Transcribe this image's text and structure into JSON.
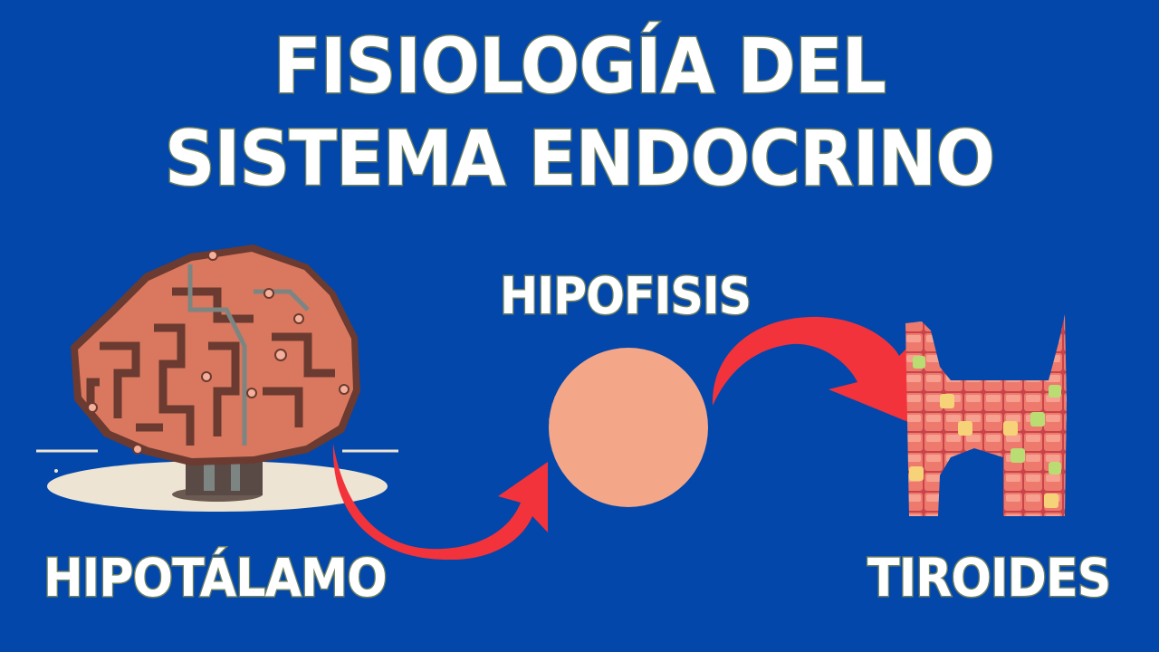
{
  "title": {
    "line1": "FISIOLOGÍA DEL",
    "line2": "SISTEMA ENDOCRINO"
  },
  "labels": {
    "hypothalamus": "HIPOTÁLAMO",
    "pituitary": "HIPOFISIS",
    "thyroid": "TIROIDES"
  },
  "colors": {
    "background": "#0347AA",
    "text": "#FFFFFF",
    "text_outline": "#6E8062",
    "arrow": "#F2333B",
    "pituitary": "#F4A688",
    "brain": "#D9785E",
    "brain_dark": "#6B3A30",
    "platform": "#EDE4D3"
  },
  "illustrations": {
    "brain": "brain-illustration",
    "pituitary": "pituitary-circle",
    "thyroid": "thyroid-gland-illustration",
    "arrows": [
      "arrow-brain-to-pituitary",
      "arrow-pituitary-to-thyroid"
    ]
  }
}
